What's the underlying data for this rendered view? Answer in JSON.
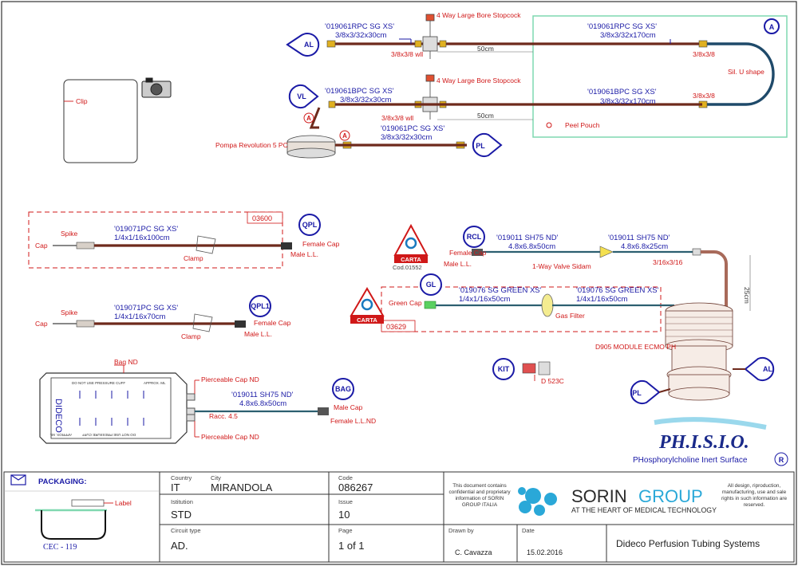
{
  "top_section": {
    "rpc_label": "'019061RPC SG XS'",
    "rpc_dims": "3/8x3/32x30cm",
    "stopcock_top": "4 Way Large Bore Stopcock",
    "rpc_wll": "3/8x3/8 wll",
    "rpc_50": "50cm",
    "rpc_long_label": "'019061RPC SG XS'",
    "rpc_long_dims": "3/8x3/32x170cm",
    "rpc_conn": "3/8x3/8",
    "bpc_label": "'019061BPC SG XS'",
    "bpc_dims": "3/8x3/32x30cm",
    "stopcock_mid": "4 Way Large Bore Stopcock",
    "bpc_wll": "3/8x3/8 wll",
    "bpc_50": "50cm",
    "bpc_long_label": "'019061BPC SG XS'",
    "bpc_long_dims": "3/8x3/32x170cm",
    "bpc_conn": "3/8x3/8",
    "u_shape": "Sil. U shape",
    "peel_pouch": "Peel Pouch",
    "pc_label": "'019061PC SG XS'",
    "pc_dims": "3/8x3/32x30cm",
    "pump": "Pompa Revolution 5 PC",
    "bubble_al": "AL",
    "bubble_vl": "VL",
    "bubble_pl": "PL",
    "bubble_a": "A",
    "clip": "Clip"
  },
  "qpl": {
    "box_code": "03600",
    "bubble": "QPL",
    "label": "'019071PC SG XS'",
    "dims": "1/4x1/16x100cm",
    "spike": "Spike",
    "cap": "Cap",
    "clamp": "Clamp",
    "female_cap": "Female Cap",
    "male_ll": "Male L.L."
  },
  "qpl1": {
    "bubble": "QPL1",
    "label": "'019071PC SG XS'",
    "dims": "1/4x1/16x70cm",
    "spike": "Spike",
    "cap": "Cap",
    "clamp": "Clamp",
    "female_cap": "Female Cap",
    "male_ll": "Male L.L."
  },
  "bag": {
    "bag_nd": "Bag ND",
    "bag_vertical": "DIDECO",
    "bag_warn1": "DO NOT USE PRESSURE CUFF",
    "bag_warn2": "APPROX. ML",
    "pierce_top": "Pierceable Cap ND",
    "pierce_bottom": "Pierceable Cap ND",
    "racc": "Racc. 4.5",
    "label": "'019011 SH75 ND'",
    "dims": "4.8x6.8x50cm",
    "bubble": "BAG",
    "male_cap": "Male Cap",
    "female_ll": "Female L.L.ND"
  },
  "right_section": {
    "rcl_bubble": "RCL",
    "carta1": "CARTA",
    "cod": "Cod.01552",
    "female_cap": "Female Cap",
    "male_ll": "Male L.L.",
    "sh75_1": "'019011 SH75 ND'",
    "sh75_1_dims": "4.8x6.8x50cm",
    "sh75_2": "'019011 SH75 ND'",
    "sh75_2_dims": "4.8x6.8x25cm",
    "valve": "1-Way Valve Sidam",
    "conn316": "3/16x3/16",
    "cm25": "25cm",
    "gl_bubble": "GL",
    "carta2": "CARTA",
    "green_cap": "Green Cap",
    "green1": "'019076 SG GREEN XS'",
    "green1_dims": "1/4x1/16x50cm",
    "green2": "'019076 SG GREEN XS'",
    "green2_dims": "1/4x1/16x50cm",
    "gas_filter": "Gas Filter",
    "box_code": "03629",
    "module": "D905 MODULE ECMO PH",
    "kit_bubble": "KIT",
    "kit_code": "D 523C",
    "al_bubble": "AL",
    "pl_bubble": "PL"
  },
  "physio": {
    "logo": "PH.I.S.I.O.",
    "tagline": "PHosphorylcholine Inert Surface",
    "mark": "R"
  },
  "title_block": {
    "packaging_label": "PACKAGING:",
    "pack_label": "Label",
    "pack_code": "CEC  -  119",
    "country_lbl": "Country",
    "country": "IT",
    "city_lbl": "City",
    "city": "MIRANDOLA",
    "inst_lbl": "Istitution",
    "inst": "STD",
    "circuit_lbl": "Circuit type",
    "circuit": "AD.",
    "code_lbl": "Code",
    "code": "086267",
    "issue_lbl": "Issue",
    "issue": "10",
    "page_lbl": "Page",
    "page": "1 of 1",
    "confidential": "This document contains confidential and proprietary information of SORIN GROUP ITALIA",
    "sorin": "SORIN",
    "group": "GROUP",
    "tagline": "AT THE HEART OF MEDICAL TECHNOLOGY",
    "rights": "All design, riproduction, manufacturing, use and sale rights in such information are reserved.",
    "drawn_lbl": "Drawn by",
    "drawn": "C. Cavazza",
    "date_lbl": "Date",
    "date": "15.02.2016",
    "system": "Dideco Perfusion Tubing Systems"
  },
  "colors": {
    "tube": "#6e2a1c",
    "blue_text": "#1a1aa6",
    "red_text": "#d01818",
    "sorin_cyan": "#2aa8d8",
    "green_box": "#7fd8b0"
  }
}
